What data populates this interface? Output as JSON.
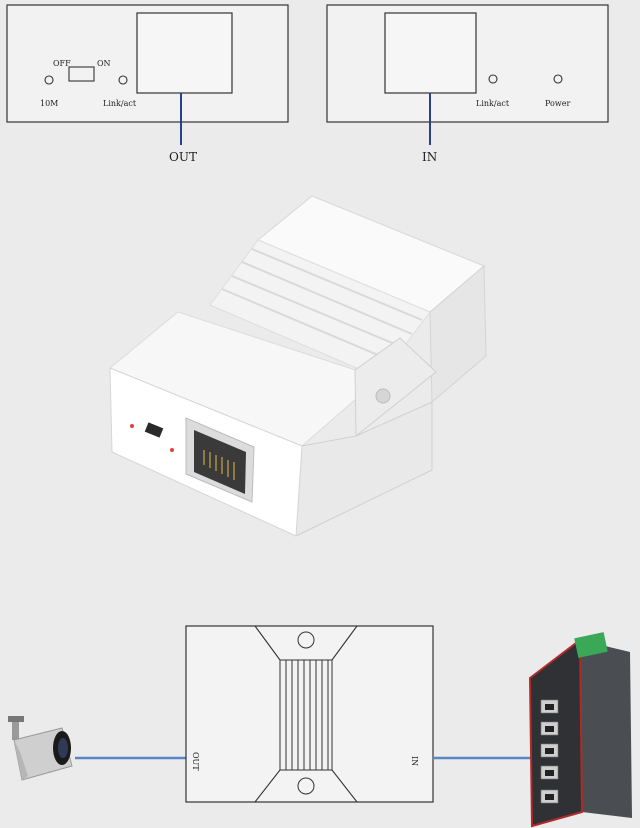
{
  "panels": {
    "out_panel": {
      "off_label": "OFF",
      "on_label": "ON",
      "speed_label": "10M",
      "link_label": "Link/act",
      "port_label": "OUT"
    },
    "in_panel": {
      "link_label": "Link/act",
      "power_label": "Power",
      "port_label": "IN"
    }
  },
  "device_photo": {
    "description_icon": "poe-extender-device"
  },
  "bottom_diagram": {
    "out_label": "OUT",
    "in_label": "IN",
    "left_device_icon": "ip-camera-icon",
    "right_device_icon": "network-switch-icon"
  },
  "colors": {
    "line": "#3a5fa8",
    "connector": "#6fa0d8",
    "outline": "#333333"
  }
}
